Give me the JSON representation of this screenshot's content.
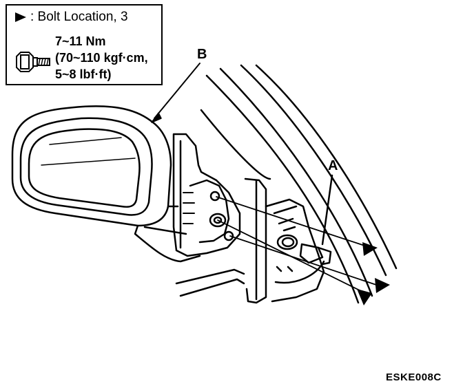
{
  "legend": {
    "symbol_text": ": Bolt Location, 3",
    "torque_nm": "7~11 Nm",
    "torque_kgf": "(70~110 kgf·cm,",
    "torque_lbf": "5~8 lbf·ft)"
  },
  "callouts": {
    "a": "A",
    "b": "B"
  },
  "figure_code": "ESKE008C"
}
